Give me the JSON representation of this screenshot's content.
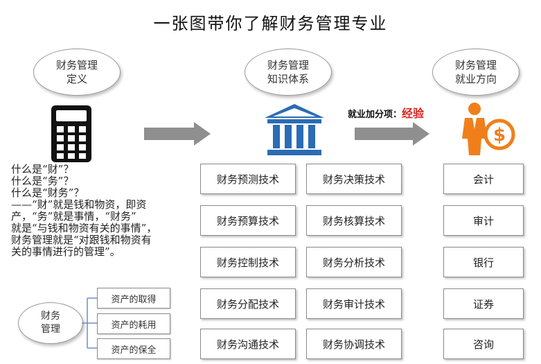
{
  "title": "一张图带你了解财务管理专业",
  "bubbles": {
    "definition": [
      "财务管理",
      "定义"
    ],
    "knowledge": [
      "财务管理",
      "知识体系"
    ],
    "career": [
      "财务管理",
      "就业方向"
    ]
  },
  "bonus": {
    "label": "就业加分项：",
    "value": "经验"
  },
  "definition_text": [
    "什么是“财”？",
    "什么是“务”？",
    "什么是“财务”？",
    "——“财”就是钱和物资，即资",
    "产，“务”就是事情，“财务”",
    "就是“与钱和物资有关的事情”，",
    "财务管理就是“对跟钱和物资有",
    "关的事情进行的管理”。"
  ],
  "mgmt_bubble": [
    "财务",
    "管理"
  ],
  "mgmt_items": [
    "资产的取得",
    "资产的耗用",
    "资产的保全"
  ],
  "skills_left": [
    "财务预测技术",
    "财务预算技术",
    "财务控制技术",
    "财务分配技术",
    "财务沟通技术"
  ],
  "skills_right": [
    "财务决策技术",
    "财务核算技术",
    "财务分析技术",
    "财务审计技术",
    "财务协调技术"
  ],
  "careers": [
    "会计",
    "审计",
    "银行",
    "证券",
    "咨询"
  ],
  "icons": [
    "calculator-icon",
    "bank-building-icon",
    "person-money-icon"
  ],
  "colors": {
    "bank_blue": "#2b6cb4",
    "person_orange": "#f07f1b",
    "accent_red": "#d9231c",
    "arrow_gray": "#8f8f8f"
  }
}
